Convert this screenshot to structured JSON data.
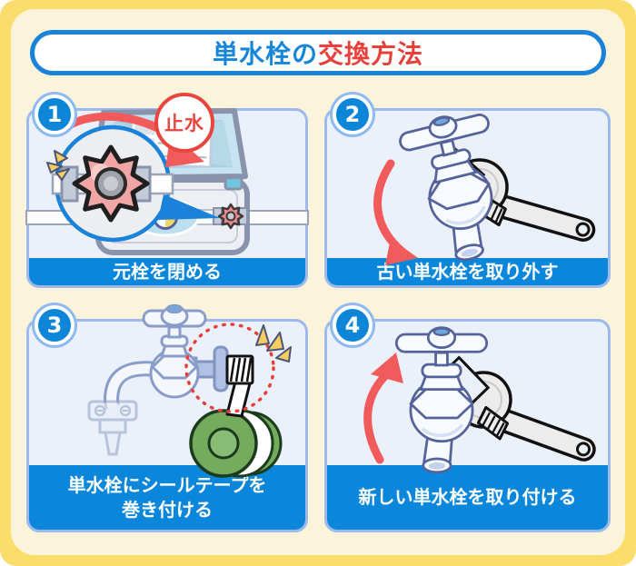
{
  "title": {
    "prefix": "単水栓の",
    "emphasis": "交換方法"
  },
  "colors": {
    "frame_yellow": "#FBDD6D",
    "board_cream": "#FCF4DA",
    "title_blue": "#1786D9",
    "title_red": "#E8413C",
    "step_badge_blue": "#0E86D8",
    "caption_blue": "#0A87DB",
    "panel_border": "#9DBAEE",
    "panel_bg": "#EAF1FB",
    "arrow_red": "#F15B5B",
    "stop_badge_red": "#E8453F",
    "seal_tape_green": "#74AB5C"
  },
  "steps": [
    {
      "number": "1",
      "caption": "元栓を閉める",
      "badge": "止水",
      "illustration": "water-meter-box-main-valve"
    },
    {
      "number": "2",
      "caption": "古い単水栓を取り外す",
      "illustration": "old-faucet-wrench-remove"
    },
    {
      "number": "3",
      "caption": "単水栓にシールテープを\n巻き付ける",
      "illustration": "faucet-seal-tape-wrap"
    },
    {
      "number": "4",
      "caption": "新しい単水栓を取り付ける",
      "illustration": "new-faucet-wrench-install"
    }
  ]
}
